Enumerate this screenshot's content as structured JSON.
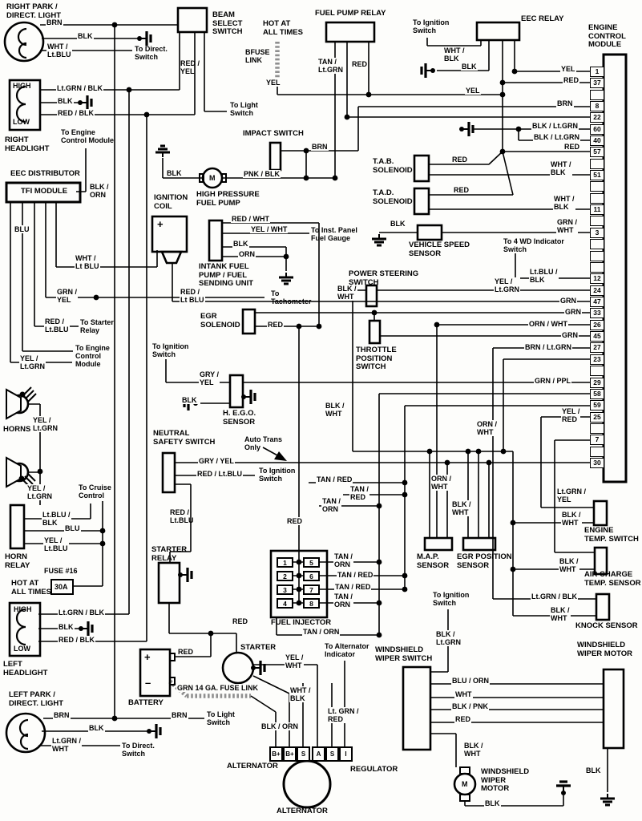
{
  "ecm": {
    "title": "ENGINE\nCONTROL\nMODULE",
    "pins": [
      "1",
      "37",
      "",
      "8",
      "22",
      "60",
      "40",
      "57",
      "",
      "51",
      "",
      "",
      "11",
      "",
      "3",
      "",
      "",
      "",
      "12",
      "24",
      "47",
      "33",
      "26",
      "45",
      "27",
      "23",
      "",
      "29",
      "58",
      "59",
      "25",
      "",
      "7",
      "",
      "30"
    ]
  },
  "injector": {
    "title": "FUEL INJECTOR",
    "cells": [
      "1",
      "2",
      "3",
      "4",
      "5",
      "6",
      "7",
      "8"
    ]
  },
  "alternator": {
    "terminals": [
      "B+",
      "B+",
      "S",
      "A",
      "S",
      "I"
    ],
    "label_top": "ALTERNATOR",
    "label_bottom": "ALTERNATOR",
    "regulator": "REGULATOR"
  },
  "symbols": {
    "motor": "M",
    "plus": "+",
    "minus": "–",
    "fuse_rating": "30A"
  },
  "labels": {
    "rp_title": "RIGHT PARK /\nDIRECT. LIGHT",
    "rp_brn": "BRN",
    "rp_blk": "BLK",
    "rp_whtltblu": "WHT /\nLt.BLU",
    "rp_todirect": "To Direct.\nSwitch",
    "rh_high": "HIGH",
    "rh_low": "LOW",
    "rh_ltgrnblk": "Lt.GRN / BLK",
    "rh_blk": "BLK",
    "rh_redblk": "RED / BLK",
    "rh_toecm": "To Engine\nControl Module",
    "rh_title": "RIGHT\nHEADLIGHT",
    "eecdist_title": "EEC DISTRIBUTOR",
    "tfi": "TFI MODULE",
    "tfi_blkorn": "BLK /\nORN",
    "tfi_blu": "BLU",
    "coil_title": "IGNITION\nCOIL",
    "coil_plus": "+",
    "tfi_whtltblu": "WHT /\nLt BLU",
    "tfi_grnyel": "GRN /\nYEL",
    "tfi_redltblu": "RED /\nLt.BLU",
    "tfi_tostarter": "To Starter\nRelay",
    "tfi_toecm": "To Engine\nControl\nModule",
    "tfi_yelltgrn": "YEL /\nLt.GRN",
    "horns": "HORNS",
    "horn1_yel": "YEL /\nLt.GRN",
    "horn2_yel": "YEL /\nLt.GRN",
    "tocruise": "To Cruise\nControl",
    "hr_ltblublk": "Lt.BLU /\nBLK",
    "hr_blu": "BLU",
    "hr_yelltblu": "YEL /\nLt.BLU",
    "horn_relay": "HORN\nRELAY",
    "fuse16": "FUSE #16",
    "hot2": "HOT AT\nALL TIMES",
    "lh_high": "HIGH",
    "lh_low": "LOW",
    "lh_ltgrnblk": "Lt.GRN / BLK",
    "lh_blk": "BLK",
    "lh_redblk": "RED / BLK",
    "lh_title": "LEFT\nHEADLIGHT",
    "lp_title": "LEFT PARK /\nDIRECT. LIGHT",
    "lp_brn": "BRN",
    "lp_brn2": "BRN",
    "lp_tolight": "To Light\nSwitch",
    "lp_blk": "BLK",
    "lp_ltgrnwht": "Lt.GRN /\nWHT",
    "lp_todirect": "To Direct.\nSwitch",
    "beam_title": "BEAM\nSELECT\nSWITCH",
    "beam_redyel": "RED /\nYEL",
    "beam_tolight": "To Light\nSwitch",
    "hot1": "HOT AT\nALL TIMES",
    "bfuse": "BFUSE\nLINK",
    "bfuse_yel": "YEL",
    "fpr_title": "FUEL PUMP RELAY",
    "fpr_tanltgrn": "TAN /\nLt.GRN",
    "fpr_red": "RED",
    "impact_title": "IMPACT SWITCH",
    "impact_brn": "BRN",
    "hp_blk": "BLK",
    "hp_pnkblk": "PNK / BLK",
    "hp_title": "HIGH PRESSURE\nFUEL PUMP",
    "it_redwht": "RED / WHT",
    "it_yelwht": "YEL / WHT",
    "it_gauge": "To Inst. Panel\nFuel Gauge",
    "it_blk": "BLK",
    "it_orn": "ORN",
    "it_title": "INTANK FUEL\nPUMP / FUEL\nSENDING UNIT",
    "tach_redltblu": "RED /\nLt BLU",
    "tach": "To\nTachometer",
    "egr_title": "EGR\nSOLENOID",
    "egr_red": "RED",
    "hego_toign": "To Ignition\nSwitch",
    "hego_gryyel": "GRY /\nYEL",
    "hego_blk": "BLK",
    "hego_title": "H. E.G.O.\nSENSOR",
    "nss_title": "NEUTRAL\nSAFETY SWITCH",
    "auto_trans": "Auto Trans\nOnly",
    "nss_gryyel": "GRY / YEL",
    "nss_redltblu": "RED / Lt.BLU",
    "nss_toign": "To Ignition\nSwitch",
    "nss2_redltblu": "RED /\nLt.BLU",
    "sr_title": "STARTER\nRELAY",
    "sr_red": "RED",
    "inj_tanred1": "TAN / RED",
    "inj_tanred2": "TAN /\nRED",
    "inj_tanorn0": "TAN /\nORN",
    "inj_red": "RED",
    "inj_tanorn5": "TAN /\nORN",
    "inj_tanred6": "TAN / RED",
    "inj_tanred7": "TAN / RED",
    "inj_tanorn8": "TAN /\nORN",
    "inj_title": "FUEL INJECTOR",
    "inj_tanorn_b": "TAN / ORN",
    "starter": "STARTER",
    "alt_ind": "To Alternator\nIndicator",
    "grn14": "GRN 14 GA. FUSE LINK",
    "alt_yelwht": "YEL /\nWHT",
    "alt_whtblk": "WHT /\nBLK",
    "alt_ltgrnred": "Lt. GRN /\nRED",
    "alt_blkorn": "BLK / ORN",
    "battery": "BATTERY",
    "bat_red": "RED",
    "eec_toign": "To Ignition\nSwitch",
    "eec_whtblk": "WHT /\nBLK",
    "eec_blk": "BLK",
    "eec_title": "EEC RELAY",
    "p1_yel": "YEL",
    "p37_red": "RED",
    "p8_brn": "BRN",
    "p60": "BLK / Lt.GRN",
    "p40": "BLK / Lt.GRN",
    "p57_red": "RED",
    "yel_mid": "YEL",
    "tab_title": "T.A.B.\nSOLENOID",
    "tab_red": "RED",
    "p51": "WHT /\nBLK",
    "tad_title": "T.A.D.\nSOLENOID",
    "tad_red": "RED",
    "p11": "WHT /\nBLK",
    "vss_blk": "BLK",
    "vss_title": "VEHICLE SPEED\nSENSOR",
    "p3": "GRN /\nWHT",
    "to4wd": "To 4 WD Indicator\nSwitch",
    "ps_title": "POWER STEERING\nSWITCH",
    "ps_blkwht": "BLK /\nWHT",
    "p12": "Lt.BLU /\nBLK",
    "p24": "YEL /\nLt.GRN",
    "p47_grn": "GRN",
    "p33_grn": "GRN",
    "p26": "ORN / WHT",
    "p45_grn": "GRN",
    "p27": "BRN / Lt.GRN",
    "tps_title": "THROTTLE\nPOSITION\nSWITCH",
    "p29": "GRN / PPL",
    "p25": "YEL /\nRED",
    "ornwht_mid": "ORN /\nWHT",
    "blkwht_mid": "BLK /\nWHT",
    "map_ornwht": "ORN /\nWHT",
    "egrp_blkwht": "BLK /\nWHT",
    "map_title": "M.A.P.\nSENSOR",
    "egrp_title": "EGR POSITION\nSENSOR",
    "et_ltgrnyel": "Lt.GRN /\nYEL",
    "et_blkwht": "BLK /\nWHT",
    "et_title": "ENGINE\nTEMP. SWITCH",
    "ac_blkwht": "BLK /\nWHT",
    "ac_title": "AIR CHARGE\nTEMP. SENSOR",
    "ks_ltgrnblk": "Lt.GRN / BLK",
    "ks_blkwht": "BLK /\nWHT",
    "ks_title": "KNOCK SENSOR",
    "wws_toign": "To Ignition\nSwitch",
    "wws_blkltgrn": "BLK /\nLt.GRN",
    "wws_title": "WINDSHIELD\nWIPER SWITCH",
    "wwm_title": "WINDSHIELD\nWIPER MOTOR",
    "w_bluorn": "BLU / ORN",
    "w_wht": "WHT",
    "w_blkpnk": "BLK / PNK",
    "w_red": "RED",
    "wm_blkwht": "BLK /\nWHT",
    "wm2_title": "WINDSHIELD\nWIPER\nMOTOR",
    "wm_blk": "BLK",
    "wwm_blk": "BLK"
  }
}
